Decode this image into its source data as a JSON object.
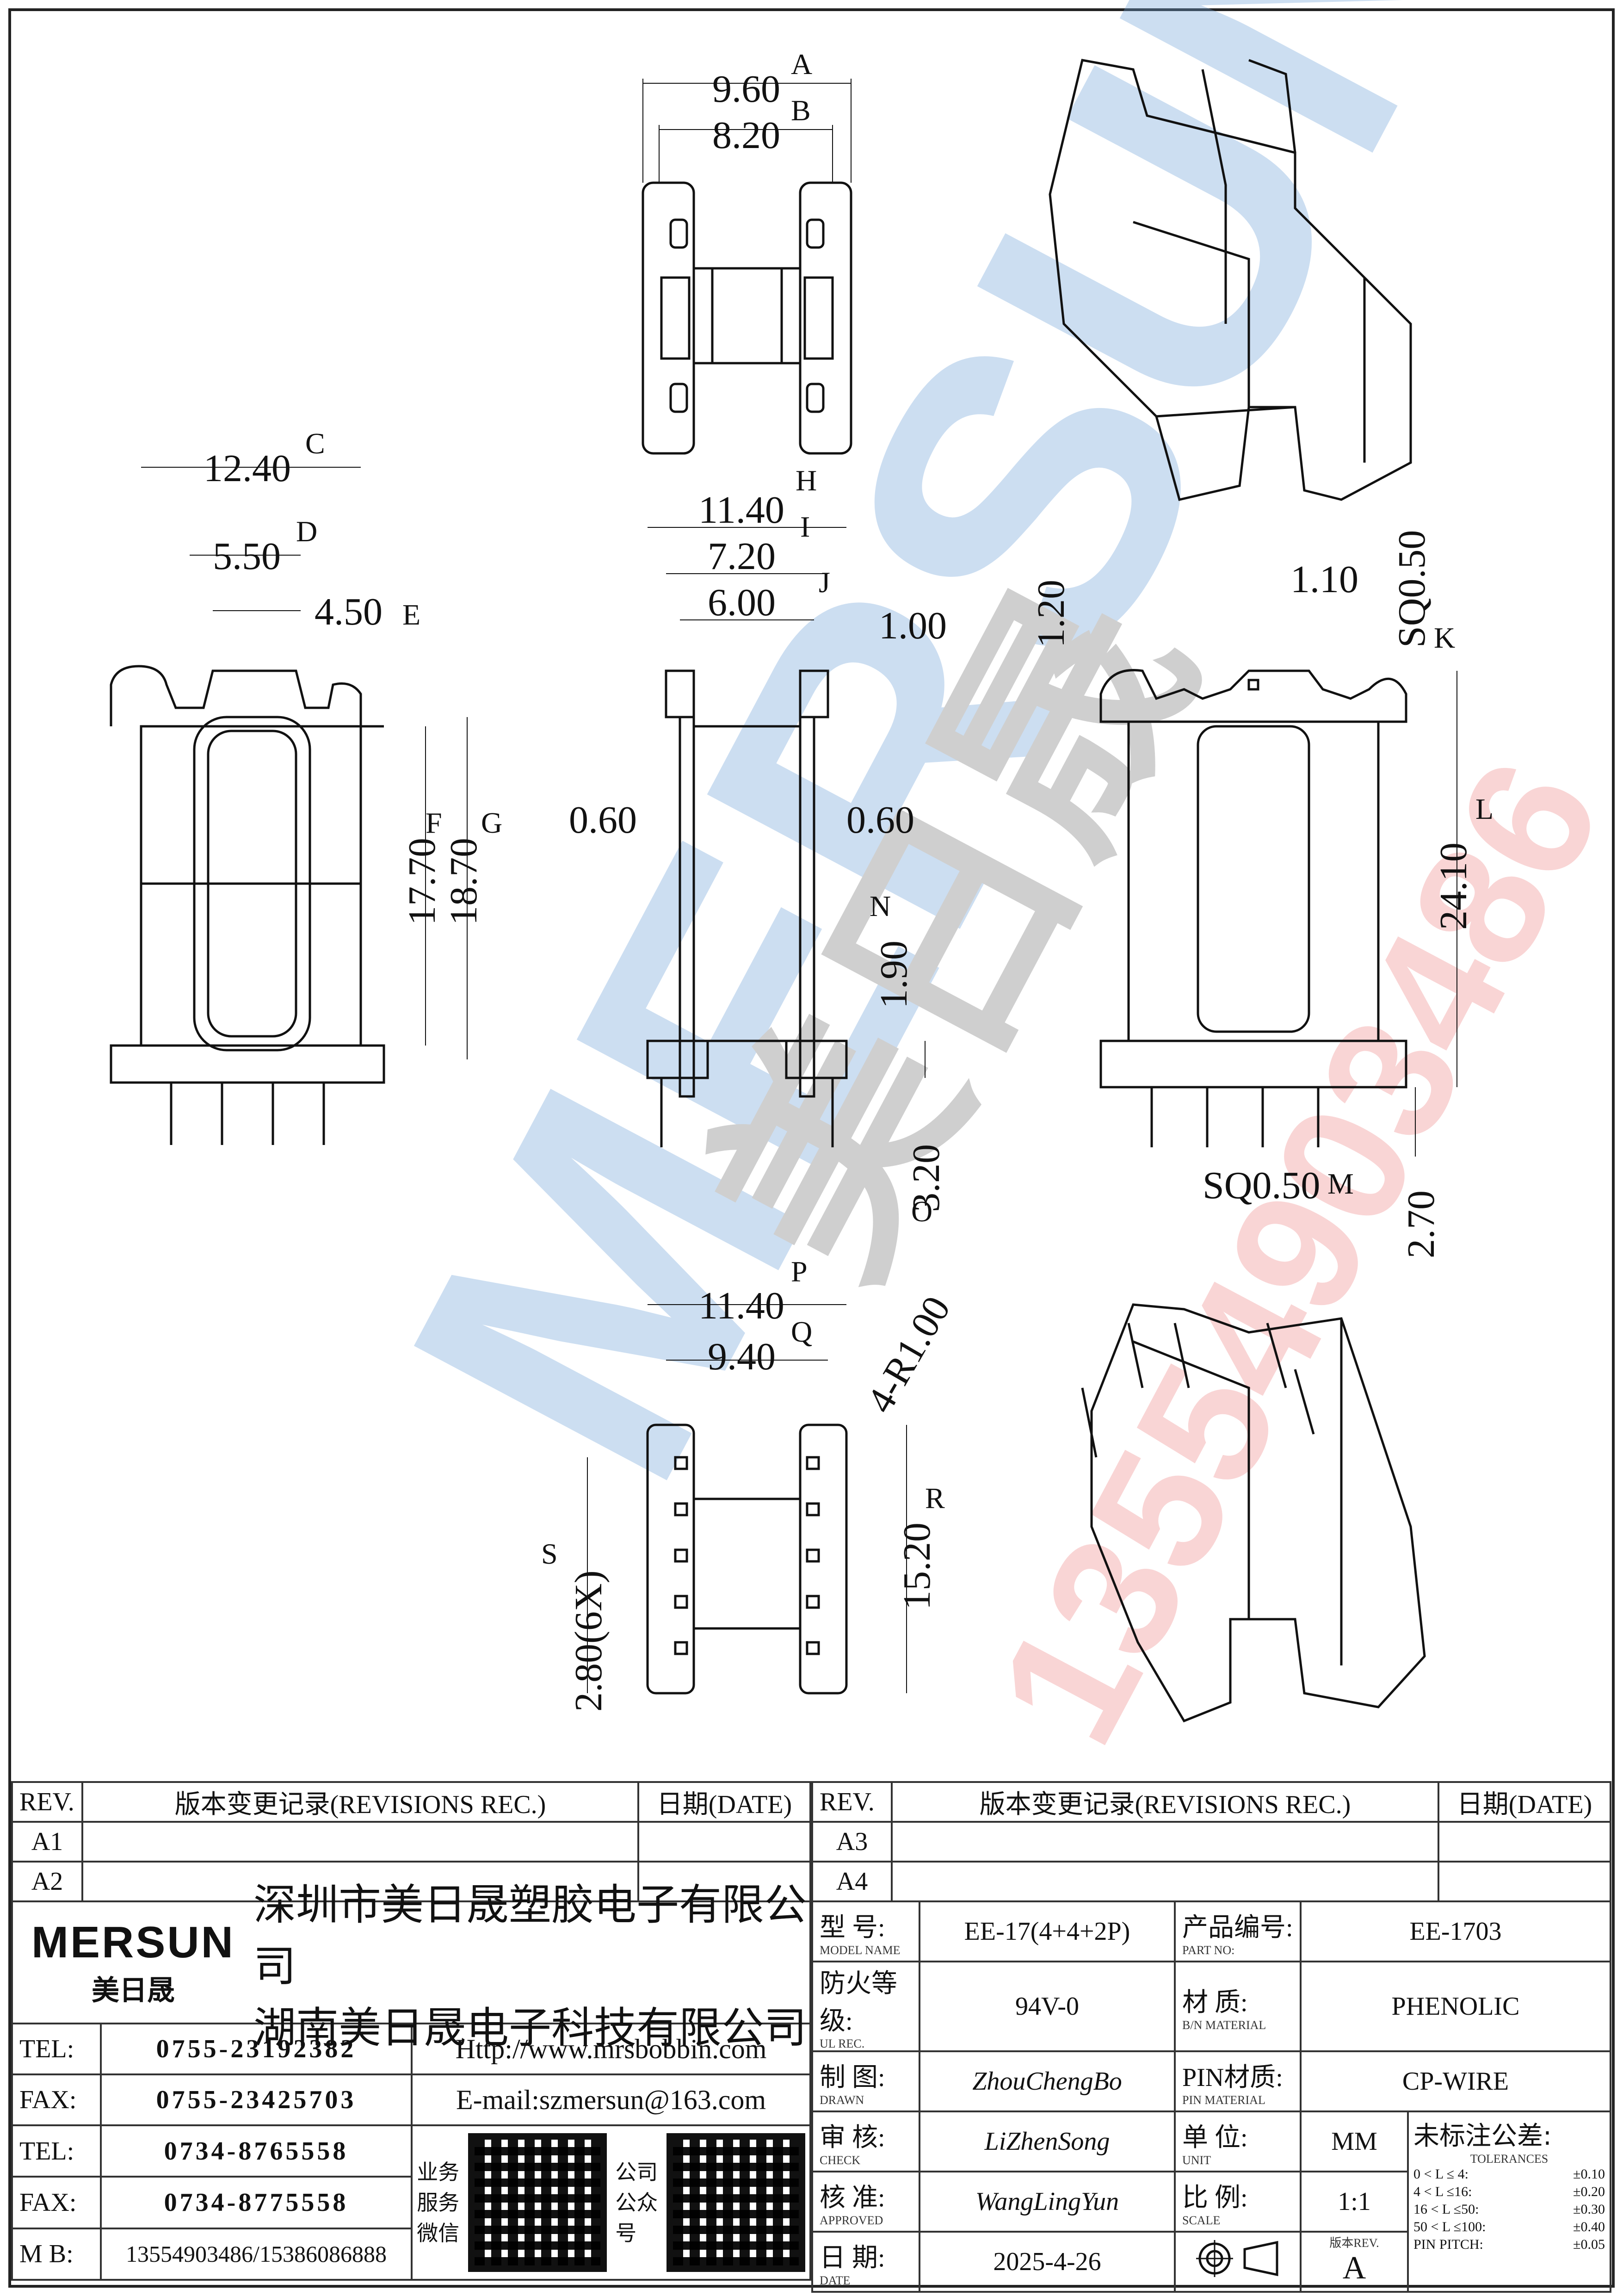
{
  "dims": {
    "top_view": {
      "a_val": "9.60",
      "a_tag": "A",
      "b_val": "8.20",
      "b_tag": "B"
    },
    "left_view": {
      "c_val": "12.40",
      "c_tag": "C",
      "d_val": "5.50",
      "d_tag": "D",
      "e_val": "4.50",
      "e_tag": "E",
      "f_val": "17.70",
      "f_tag": "F",
      "g_val": "18.70",
      "g_tag": "G"
    },
    "mid_view": {
      "h_val": "11.40",
      "h_tag": "H",
      "i_val": "7.20",
      "i_tag": "I",
      "j_val": "6.00",
      "j_tag": "J",
      "k1_val": "1.00",
      "left_val": "0.60",
      "right_val": "0.60",
      "n_val": "1.90",
      "n_tag": "N",
      "o_val": "3.20",
      "o_tag": "O"
    },
    "right_view": {
      "t_val": "1.20",
      "w_val": "1.10",
      "k_val": "SQ0.50",
      "k_tag": "K",
      "l_val": "24.10",
      "l_tag": "L",
      "m_val": "SQ0.50",
      "m_tag": "M",
      "p_val": "2.70"
    },
    "bottom_view": {
      "p_val": "11.40",
      "p_tag": "P",
      "q_val": "9.40",
      "q_tag": "Q",
      "r_note": "4-R1.00",
      "r_val": "15.20",
      "r_tag": "R",
      "s_val": "2.80(6X)",
      "s_tag": "S"
    }
  },
  "watermark": {
    "brand": "MERSUN",
    "cn": "美日晟",
    "phone": "13554903486"
  },
  "rev_left": {
    "col_rev": "REV.",
    "col_rec": "版本变更记录(REVISIONS REC.)",
    "col_date": "日期(DATE)",
    "rows": [
      "A1",
      "A2"
    ]
  },
  "rev_right": {
    "col_rev": "REV.",
    "col_rec": "版本变更记录(REVISIONS REC.)",
    "col_date": "日期(DATE)",
    "rows": [
      "A3",
      "A4"
    ]
  },
  "company": {
    "logo": "MERSUN",
    "logo_cn": "美日晟",
    "name1": "深圳市美日晟塑胶电子有限公司",
    "name2": "湖南美日晟电子科技有限公司",
    "tel1_label": "TEL:",
    "tel1": "0755-23192382",
    "fax1_label": "FAX:",
    "fax1": "0755-23425703",
    "tel2_label": "TEL:",
    "tel2": "0734-8765558",
    "fax2_label": "FAX:",
    "fax2": "0734-8775558",
    "mb_label": "M B:",
    "mb": "13554903486/15386086888",
    "web": "Http://www.mrsbobbin.com",
    "email": "E-mail:szmersun@163.com",
    "qr1_label": [
      "业务",
      "服务",
      "微信"
    ],
    "qr2_label": [
      "公司",
      "公众",
      "号"
    ]
  },
  "spec": {
    "model_label": "型  号:",
    "model_sub": "MODEL NAME",
    "model": "EE-17(4+4+2P)",
    "part_label": "产品编号:",
    "part_sub": "PART NO:",
    "part": "EE-1703",
    "ul_label": "防火等级:",
    "ul_sub": "UL REC.",
    "ul": "94V-0",
    "mat_label": "材  质:",
    "mat_sub": "B/N MATERIAL",
    "mat": "PHENOLIC",
    "drawn_label": "制  图:",
    "drawn_sub": "DRAWN",
    "drawn": "ZhouChengBo",
    "pinmat_label": "PIN材质:",
    "pinmat_sub": "PIN MATERIAL",
    "pinmat": "CP-WIRE",
    "check_label": "审  核:",
    "check_sub": "CHECK",
    "check": "LiZhenSong",
    "unit_label": "单  位:",
    "unit_sub": "UNIT",
    "unit": "MM",
    "tol_label": "未标注公差:",
    "tol_sub": "TOLERANCES",
    "tolerances": [
      [
        "0 < L ≤  4:",
        "±0.10"
      ],
      [
        "4 < L ≤16:",
        "±0.20"
      ],
      [
        "16 < L ≤50:",
        "±0.30"
      ],
      [
        "50 < L ≤100:",
        "±0.40"
      ],
      [
        "PIN PITCH:",
        "±0.05"
      ]
    ],
    "approved_label": "核  准:",
    "approved_sub": "APPROVED",
    "approved": "WangLingYun",
    "scale_label": "比  例:",
    "scale_sub": "SCALE",
    "scale": "1:1",
    "date_label": "日  期:",
    "date_sub": "DATE",
    "date": "2025-4-26",
    "ver_label": "版本REV.",
    "ver": "A"
  }
}
